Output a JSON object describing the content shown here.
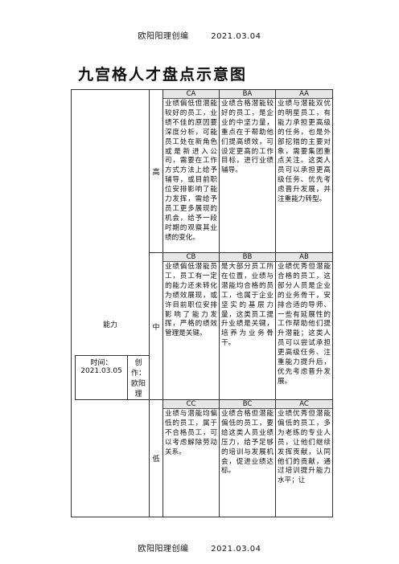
{
  "header": {
    "left": "欧阳阳理创编",
    "right": "2021.03.04"
  },
  "footer": {
    "left": "欧阳阳理创编",
    "right": "2021.03.04"
  },
  "title": "九宫格人才盘点示意图",
  "axis_label": "能力",
  "info": {
    "time_label": "时间：",
    "time_value": "2021.03.05",
    "author_label": "创作：",
    "author_value": "欧阳理"
  },
  "rows": [
    {
      "level": "高",
      "cells": [
        {
          "code": "CA",
          "text": "业绩偏低但潜能较好的员工，业绩不佳的原因要深度分析，可能员工处在新角色或是新进入公司，需要在工作方式方法上给予辅导，或目前职位安排影响了能力发挥，需给予员工更多展现的机会，给予一段时期的观察其业绩的变化。"
        },
        {
          "code": "BA",
          "text": "业绩合格潜能较好的员工，是企业的中坚力量，重点在于帮助他们提高绩效，可设定更高的工作目标，进行业绩辅导。"
        },
        {
          "code": "AA",
          "text": "业绩与潜能双优的明星员工，有能力承担更高级的任务，也是外部挖猎的主要对象，需要集团重点关注。这类人员可以承担更高级任务、优先考虑晋升发展，并注重能力转型。"
        }
      ]
    },
    {
      "level": "中",
      "cells": [
        {
          "code": "CB",
          "text": "业绩偏低潜能员工，员工有一定的能力还未转化为绩效展现，或许目前职位安排影响了能力发挥，严格的绩效管理是关键。"
        },
        {
          "code": "BB",
          "text": "是大部分员工所在位置，业绩与潜能均合格的员工，也属于企业坚实的基层力量，这类员工提升业绩是关键，培养为业务骨干。"
        },
        {
          "code": "AB",
          "text": "业绩优秀但潜能合格的员工，这部分人员是企业的业务骨干，安排合适的导师、一些有延展性的工作帮助他们提升潜能；这类人员可以尝试承担更高级任务、注重能力提升后，优先考虑晋升发展。"
        }
      ]
    },
    {
      "level": "低",
      "cells": [
        {
          "code": "CC",
          "text": "业绩与潜能均偏低的员工，属于不合格员工，可以考虑解除劳动关系。"
        },
        {
          "code": "BC",
          "text": "业绩合格但潜能偏低的员工，要给这类人员业绩压力，给予足够的培训与发展机会，促进业绩达标。"
        },
        {
          "code": "AC",
          "text": "业绩优秀但潜能偏低的员工，多为老练的专业人员，让他们继续发挥贡献，认同他们的贡献，通过培训提升能力水平；让"
        }
      ]
    }
  ]
}
